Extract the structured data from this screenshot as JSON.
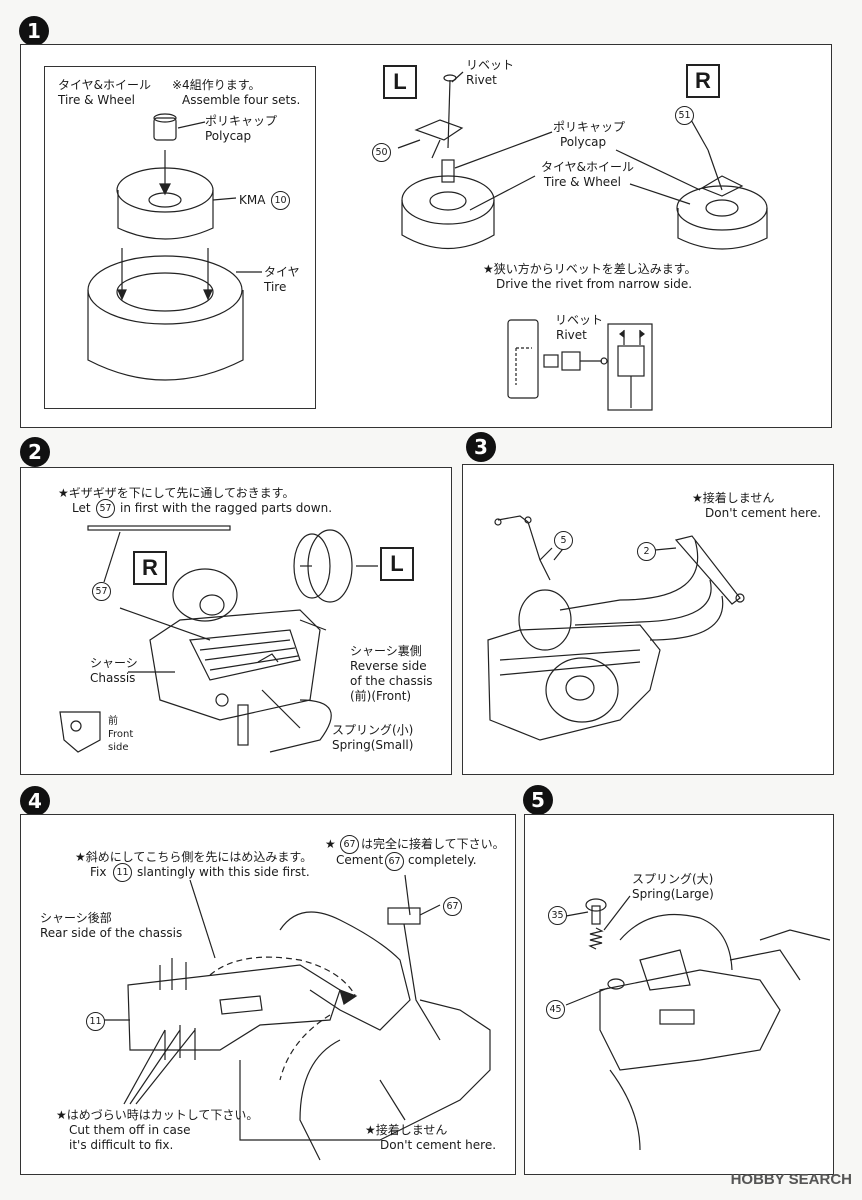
{
  "steps": {
    "s1": "1",
    "s2": "2",
    "s3": "3",
    "s4": "4",
    "s5": "5"
  },
  "step1": {
    "tire_wheel_jp": "タイヤ&ホイール",
    "tire_wheel_en": "Tire & Wheel",
    "note_jp": "※4組作ります。",
    "note_en": "Assemble four sets.",
    "polycap_jp": "ポリキャップ",
    "polycap_en": "Polycap",
    "kma": "KMA",
    "kma_num": "10",
    "tire_jp": "タイヤ",
    "tire_en": "Tire",
    "left_label": "L",
    "right_label": "R",
    "rivet_jp": "リベット",
    "rivet_en": "Rivet",
    "part50": "50",
    "part51": "51",
    "polycap2_jp": "ポリキャップ",
    "polycap2_en": "Polycap",
    "tw2_jp": "タイヤ&ホイール",
    "tw2_en": "Tire & Wheel",
    "rivet_note_jp": "★狭い方からリベットを差し込みます。",
    "rivet_note_en": "Drive the rivet from narrow side.",
    "rivet3_jp": "リベット",
    "rivet3_en": "Rivet"
  },
  "step2": {
    "note_jp": "★ギザギザを下にして先に通しておきます。",
    "note_en_a": "Let",
    "note_num": "57",
    "note_en_b": "in first with the ragged parts down.",
    "right_label": "R",
    "left_label": "L",
    "part57": "57",
    "chassis_jp": "シャーシ",
    "chassis_en": "Chassis",
    "rev_jp": "シャーシ裏側",
    "rev_en1": "Reverse side",
    "rev_en2": "of the chassis",
    "rev_en3": "(前)(Front)",
    "spring_jp": "スプリング(小)",
    "spring_en": "Spring(Small)",
    "front_jp": "前",
    "front_en1": "Front",
    "front_en2": "side"
  },
  "step3": {
    "note_jp": "★接着しません",
    "note_en": "Don't cement here.",
    "part5": "5",
    "part2": "2"
  },
  "step4": {
    "fix_jp": "★斜めにしてこちら側を先にはめ込みます。",
    "fix_en_a": "Fix",
    "fix_num": "11",
    "fix_en_b": "slantingly with this  side first.",
    "cement_jp_star": "★",
    "cement_num": "67",
    "cement_jp": "は完全に接着して下さい。",
    "cement_en_a": "Cement",
    "cement_en_b": "completely.",
    "rear_jp": "シャーシ後部",
    "rear_en": "Rear side of the chassis",
    "part67": "67",
    "part11": "11",
    "cut_jp": "★はめづらい時はカットして下さい。",
    "cut_en1": "Cut them off in case",
    "cut_en2": "it's difficult to fix.",
    "nocem_jp": "★接着しません",
    "nocem_en": "Don't cement here."
  },
  "step5": {
    "spring_jp": "スプリング(大)",
    "spring_en": "Spring(Large)",
    "part35": "35",
    "part45": "45"
  },
  "watermark": "HOBBY SEARCH"
}
